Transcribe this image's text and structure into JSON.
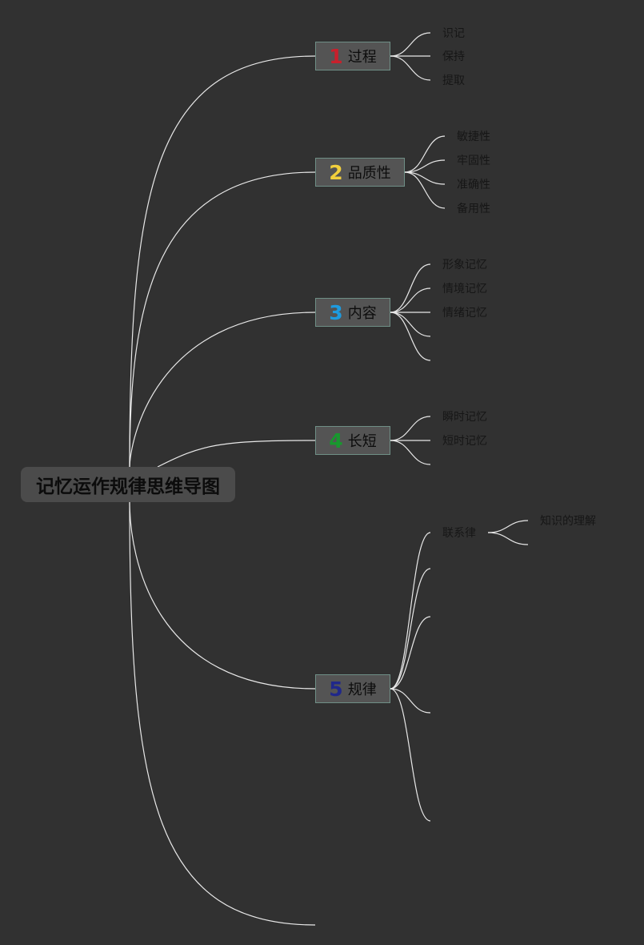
{
  "root": {
    "title": "记忆运作规律思维导图"
  },
  "branches": [
    {
      "number": "1",
      "label": "过程",
      "color": "#c8202c",
      "leaves": [
        "识记",
        "保持",
        "提取"
      ]
    },
    {
      "number": "2",
      "label": "品质性",
      "color": "#f2cf3c",
      "leaves": [
        "敏捷性",
        "牢固性",
        "准确性",
        "备用性"
      ]
    },
    {
      "number": "3",
      "label": "内容",
      "color": "#1d9be0",
      "leaves": [
        "形象记忆",
        "情境记忆",
        "情绪记忆",
        "",
        ""
      ]
    },
    {
      "number": "4",
      "label": "长短",
      "color": "#17982e",
      "leaves": [
        "瞬时记忆",
        "短时记忆",
        ""
      ]
    },
    {
      "number": "5",
      "label": "规律",
      "color": "#20288a",
      "leaves": [
        "联系律",
        "",
        "",
        "",
        ""
      ],
      "subleaves": [
        "知识的理解",
        ""
      ]
    }
  ]
}
